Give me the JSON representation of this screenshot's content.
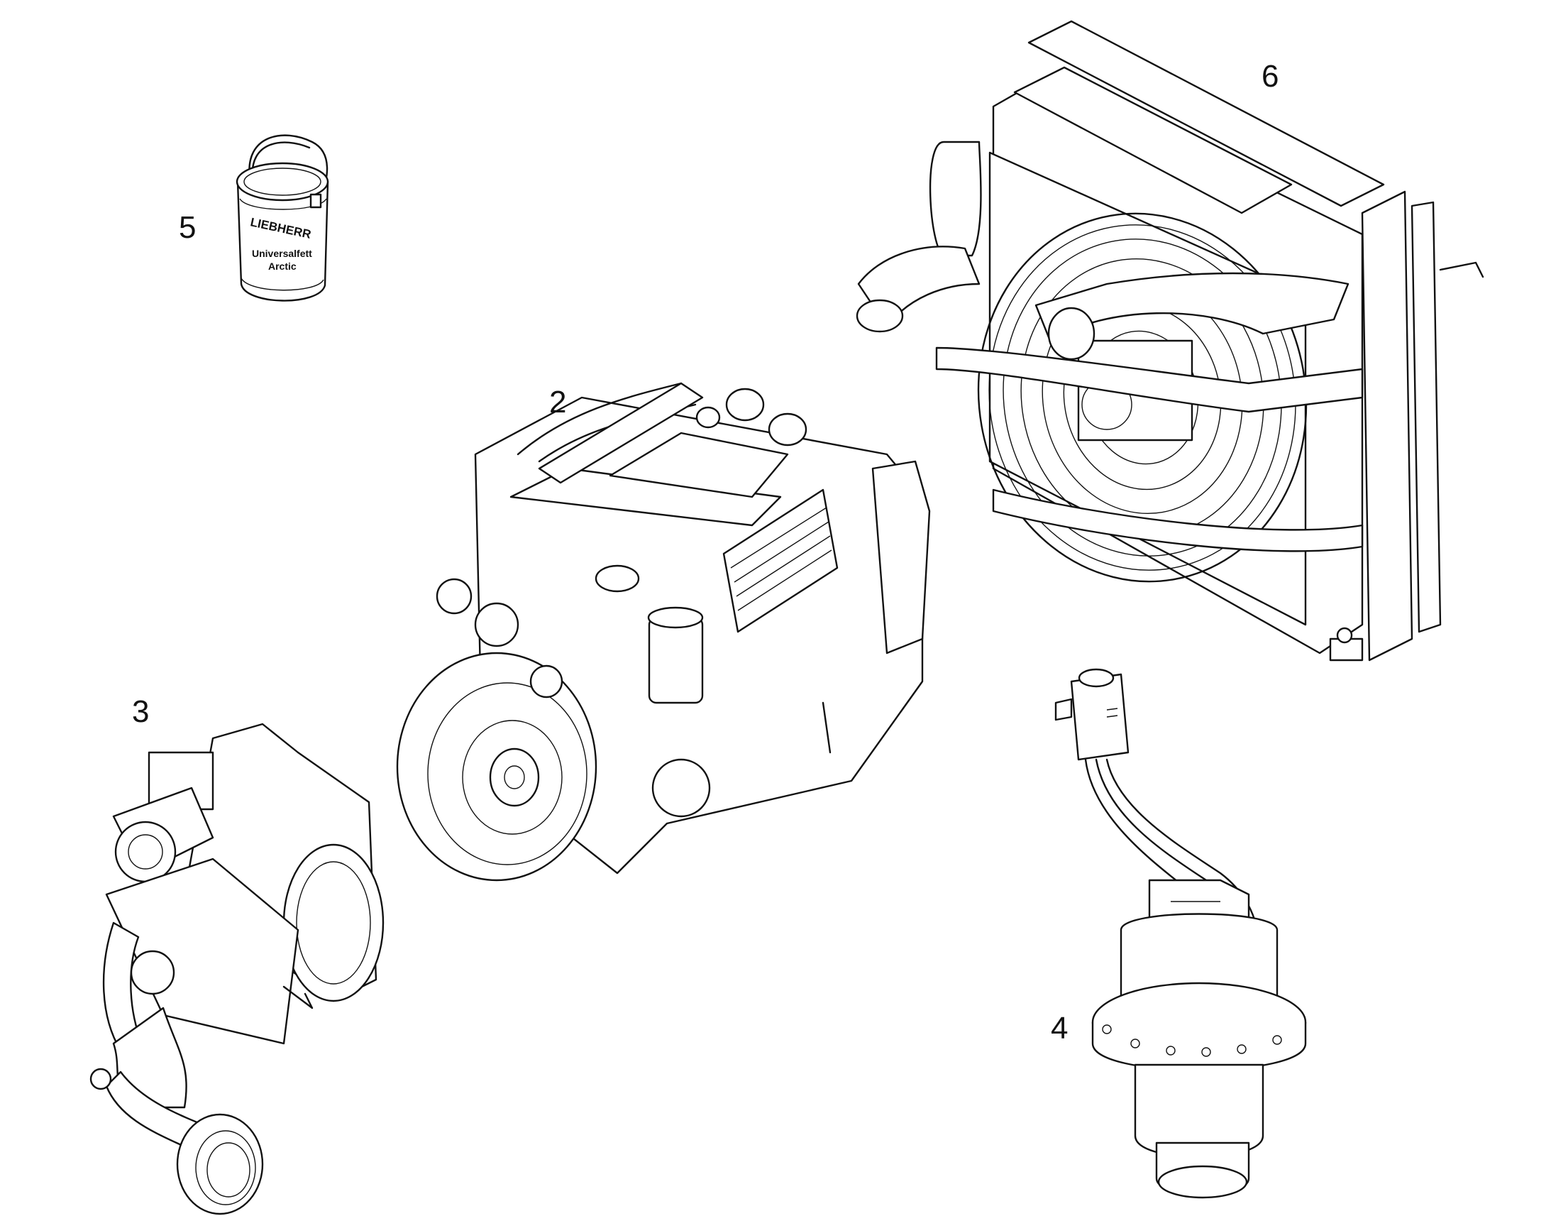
{
  "callouts": [
    {
      "id": "2",
      "label": "2"
    },
    {
      "id": "3",
      "label": "3"
    },
    {
      "id": "4",
      "label": "4"
    },
    {
      "id": "5",
      "label": "5"
    },
    {
      "id": "6",
      "label": "6"
    }
  ],
  "can": {
    "brand": "LIEBHERR",
    "line1": "Universalfett",
    "line2": "Arctic"
  }
}
